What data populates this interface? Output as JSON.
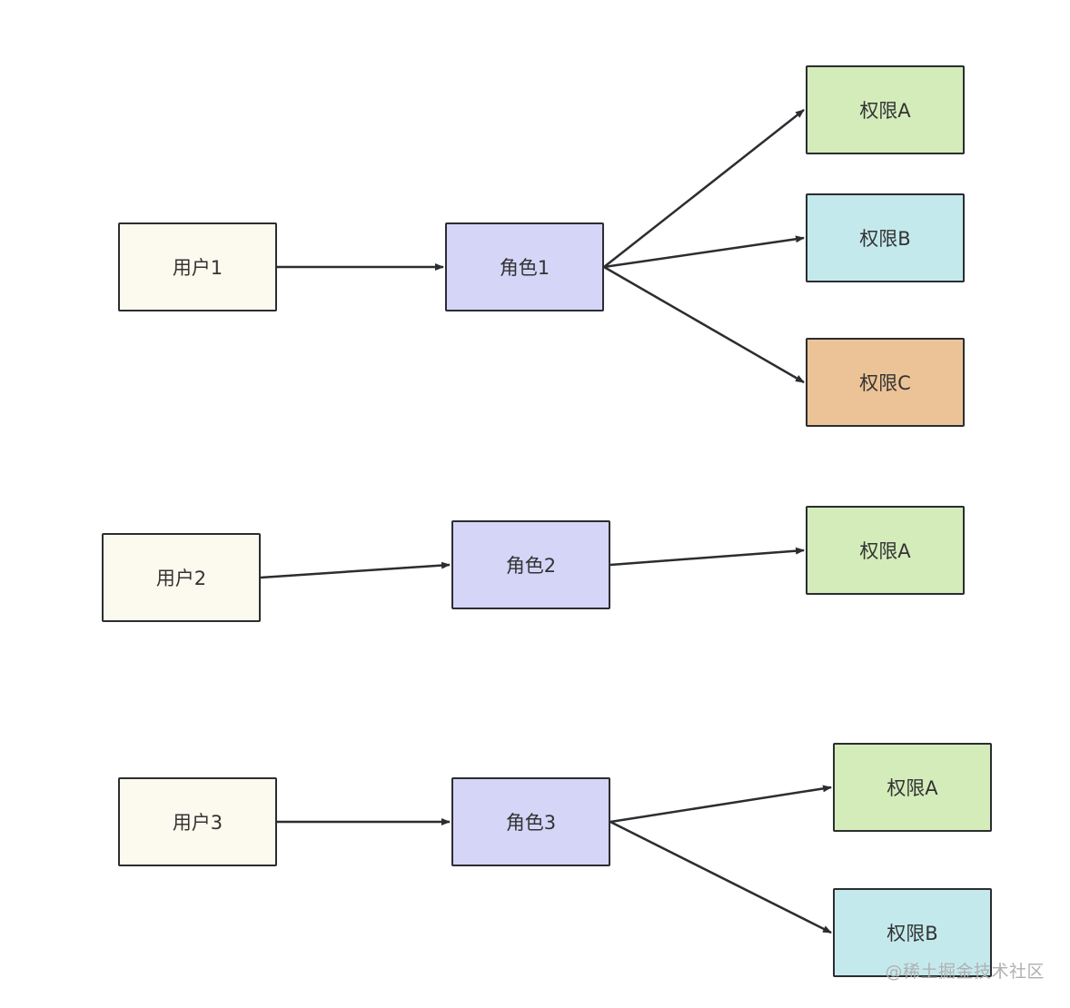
{
  "colors": {
    "user": "#fcf9ee",
    "role": "#d4d5f7",
    "perm_a": "#d3ecba",
    "perm_b": "#c4e9ec",
    "perm_c": "#ecc396",
    "stroke": "#2b2d31"
  },
  "nodes": [
    {
      "id": "u1",
      "label": "用户1",
      "kind": "user"
    },
    {
      "id": "r1",
      "label": "角色1",
      "kind": "role"
    },
    {
      "id": "p1a",
      "label": "权限A",
      "kind": "perm_a"
    },
    {
      "id": "p1b",
      "label": "权限B",
      "kind": "perm_b"
    },
    {
      "id": "p1c",
      "label": "权限C",
      "kind": "perm_c"
    },
    {
      "id": "u2",
      "label": "用户2",
      "kind": "user"
    },
    {
      "id": "r2",
      "label": "角色2",
      "kind": "role"
    },
    {
      "id": "p2a",
      "label": "权限A",
      "kind": "perm_a"
    },
    {
      "id": "u3",
      "label": "用户3",
      "kind": "user"
    },
    {
      "id": "r3",
      "label": "角色3",
      "kind": "role"
    },
    {
      "id": "p3a",
      "label": "权限A",
      "kind": "perm_a"
    },
    {
      "id": "p3b",
      "label": "权限B",
      "kind": "perm_b"
    }
  ],
  "edges": [
    {
      "from": "u1",
      "to": "r1"
    },
    {
      "from": "r1",
      "to": "p1a"
    },
    {
      "from": "r1",
      "to": "p1b"
    },
    {
      "from": "r1",
      "to": "p1c"
    },
    {
      "from": "u2",
      "to": "r2"
    },
    {
      "from": "r2",
      "to": "p2a"
    },
    {
      "from": "u3",
      "to": "r3"
    },
    {
      "from": "r3",
      "to": "p3a"
    },
    {
      "from": "r3",
      "to": "p3b"
    }
  ],
  "watermark": "@稀土掘金技术社区"
}
